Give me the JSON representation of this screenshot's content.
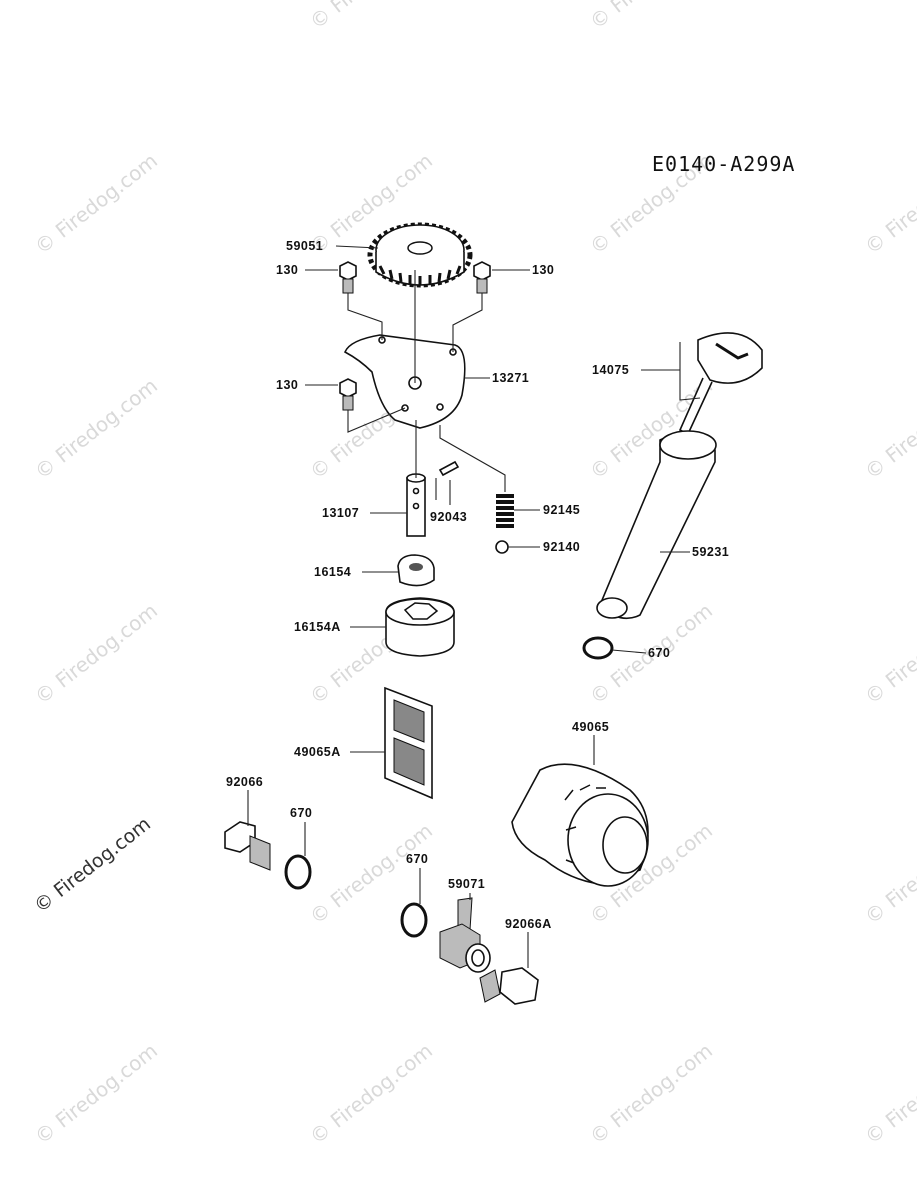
{
  "diagram_code": "E0140-A299A",
  "watermark": "© Firedog.com",
  "parts": {
    "p59051": "59051",
    "p130a": "130",
    "p130b": "130",
    "p130c": "130",
    "p13271": "13271",
    "p14075": "14075",
    "p13107": "13107",
    "p92043": "92043",
    "p92145": "92145",
    "p92140": "92140",
    "p59231": "59231",
    "p16154": "16154",
    "p16154A": "16154A",
    "p670a": "670",
    "p49065A": "49065A",
    "p49065": "49065",
    "p92066": "92066",
    "p670b": "670",
    "p670c": "670",
    "p59071": "59071",
    "p92066A": "92066A"
  }
}
